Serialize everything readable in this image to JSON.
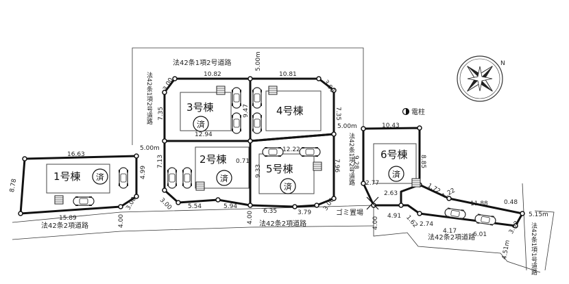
{
  "lots": [
    {
      "name": "1号棟",
      "status": "済"
    },
    {
      "name": "2号棟",
      "status": "済"
    },
    {
      "name": "3号棟",
      "status": "済"
    },
    {
      "name": "4号棟",
      "status": "済"
    },
    {
      "name": "5号棟",
      "status": "済"
    },
    {
      "name": "6号棟",
      "status": "済"
    }
  ],
  "roads": {
    "top": "法42条1項2号道路",
    "bottom_left": "法42条2項道路",
    "bottom_center": "法42条2項道路",
    "bottom_right": "法42条2項道路",
    "left_vertical": "法42条1項2号道路",
    "middle_vertical": "法42条1項2号道路",
    "right_vertical": "法42条1項1号道路"
  },
  "labels": {
    "denchu": "電柱",
    "garbage": "ゴミ置場",
    "compass_n": "N"
  },
  "dimensions": {
    "d_16_63": "16.63",
    "d_8_78": "8.78",
    "d_4_99": "4.99",
    "d_15_89": "15.89",
    "d_3_00_a": "3.00",
    "d_4_00_a": "4.00",
    "d_5_00_left": "5.00m",
    "d_10_82": "10.82",
    "d_5_00_top": "5.00m",
    "d_10_81": "10.81",
    "d_3_00_b": "3.00",
    "d_3_00_c": "3.00",
    "d_7_35_a": "7.35",
    "d_7_35_b": "7.35",
    "d_9_47": "9.47",
    "d_12_94": "12.94",
    "d_12_22": "12.22",
    "d_5_00_mid": "5.00m",
    "d_7_13": "7.13",
    "d_0_71": "0.71",
    "d_9_33": "9.33",
    "d_7_96": "7.96",
    "d_3_00_d": "3.00",
    "d_5_54": "5.54",
    "d_5_94": "5.94",
    "d_6_35": "6.35",
    "d_3_79": "3.79",
    "d_3_00_e": "3.00",
    "d_4_00_b": "4.00",
    "d_10_43": "10.43",
    "d_9_28": "9.28",
    "d_8_85": "8.85",
    "d_2_77": "2.77",
    "d_2_63": "2.63",
    "d_4_00_c": "4.00",
    "d_4_91": "4.91",
    "d_1_62": "1.62",
    "d_2_74": "2.74",
    "d_1_72": "1.72",
    "d_1_22": "1.22",
    "d_11_88": "11.88",
    "d_0_48": "0.48",
    "d_4_17": "4.17",
    "d_6_01": "6.01",
    "d_3_03": "3.03",
    "d_4_51": "4.51m",
    "d_5_15": "5.15m"
  }
}
